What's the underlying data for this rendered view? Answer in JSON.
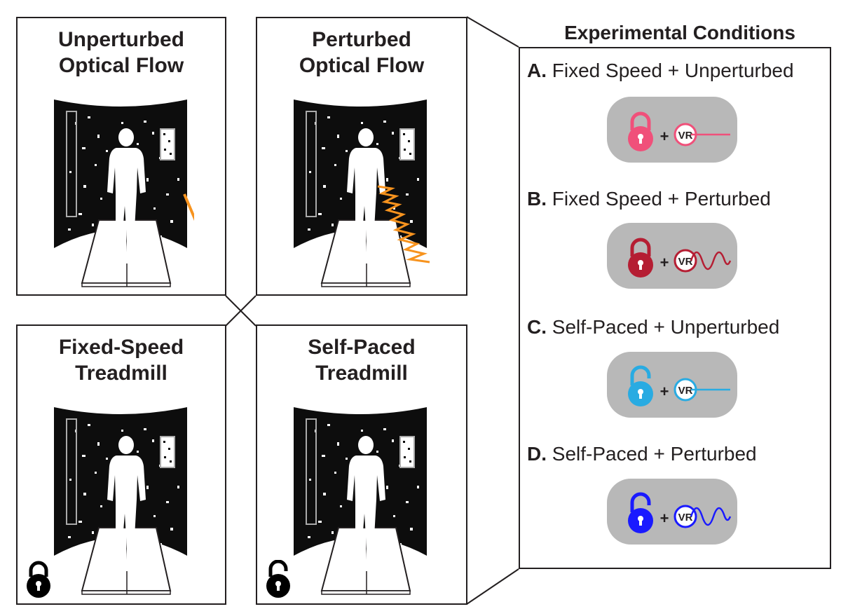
{
  "panels": {
    "unperturbed": {
      "title": "Unperturbed\nOptical Flow"
    },
    "perturbed": {
      "title": "Perturbed\nOptical Flow"
    },
    "fixed_speed": {
      "title": "Fixed-Speed\nTreadmill"
    },
    "self_paced": {
      "title": "Self-Paced\nTreadmill"
    }
  },
  "conditions": {
    "header": "Experimental Conditions",
    "items": [
      {
        "letter": "A.",
        "text": " Fixed Speed + Unperturbed",
        "lock": "locked",
        "signal": "flat",
        "color": "#f0507a",
        "vr": "VR",
        "plus": "+"
      },
      {
        "letter": "B.",
        "text": " Fixed Speed + Perturbed",
        "lock": "locked",
        "signal": "wave",
        "color": "#b51e33",
        "vr": "VR",
        "plus": "+"
      },
      {
        "letter": "C.",
        "text": " Self-Paced + Unperturbed",
        "lock": "unlocked",
        "signal": "flat",
        "color": "#29abe2",
        "vr": "VR",
        "plus": "+"
      },
      {
        "letter": "D.",
        "text": " Self-Paced + Perturbed",
        "lock": "unlocked",
        "signal": "wave",
        "color": "#1a1aff",
        "vr": "VR",
        "plus": "+"
      }
    ]
  },
  "colors": {
    "flow_line": "#f7931e",
    "outline": "#231f20",
    "pill": "#b8b8b8"
  }
}
